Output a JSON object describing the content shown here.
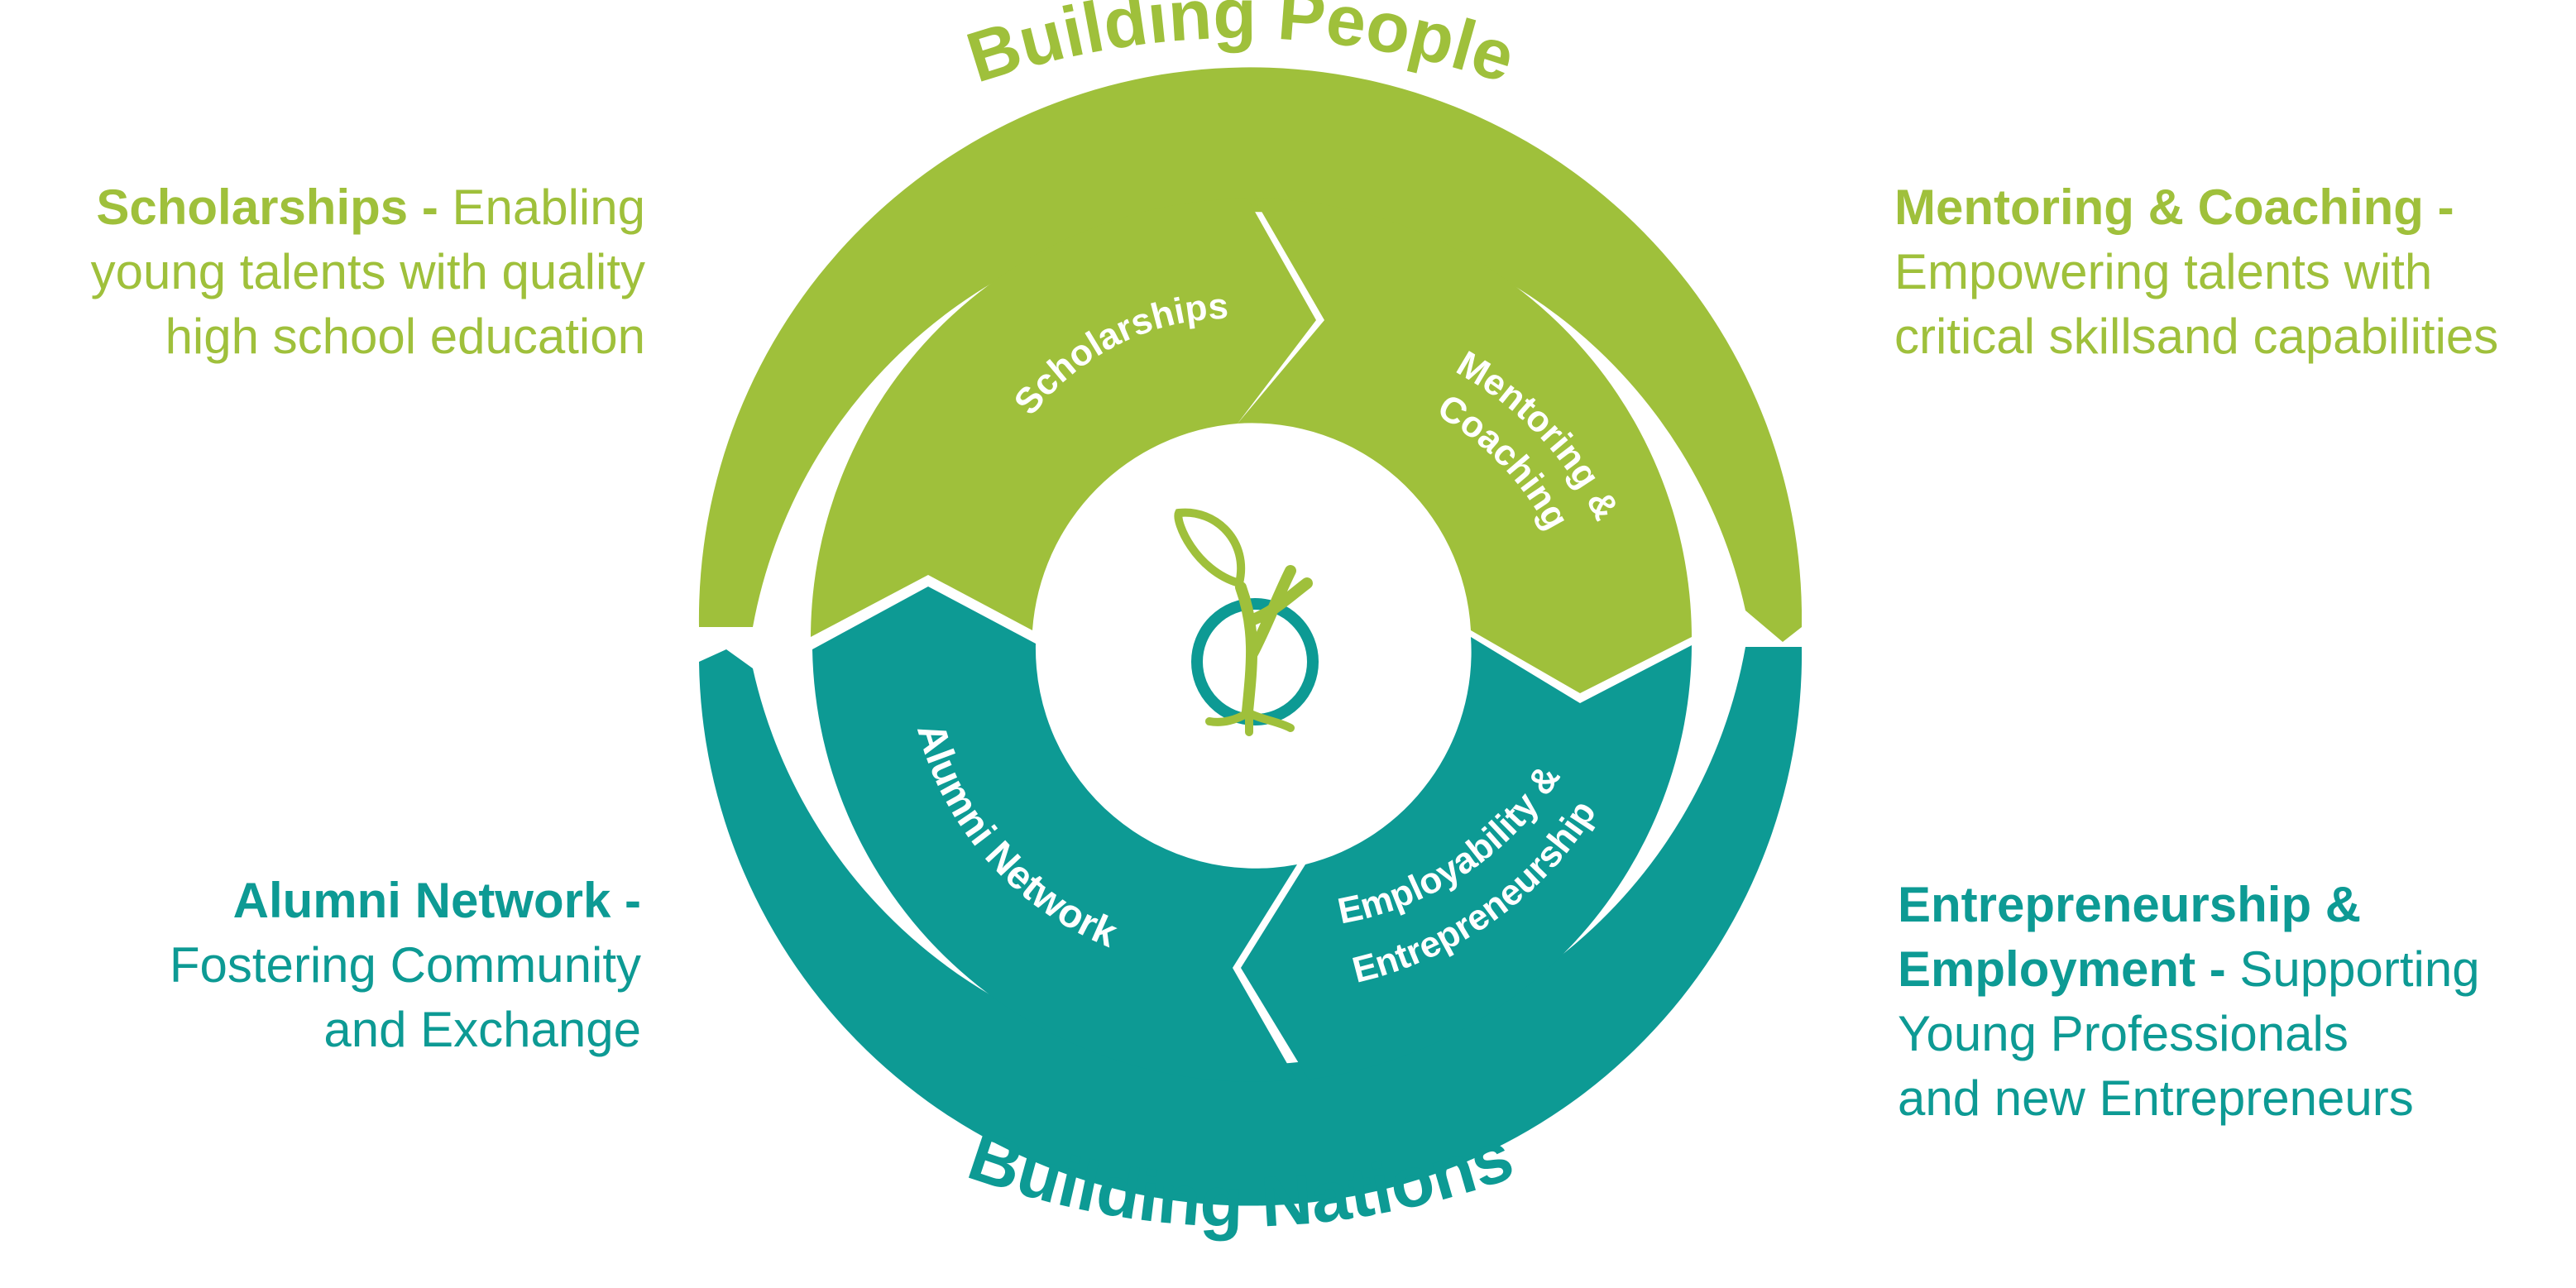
{
  "arc_titles": {
    "top": "Building People",
    "bottom": "Building Nations"
  },
  "segments": {
    "scholarships": "Scholarships",
    "mentoring_line1": "Mentoring &",
    "mentoring_line2": "Coaching",
    "alumni": "Alumni Network",
    "employability_line1": "Employability &",
    "employability_line2": "Entrepreneurship"
  },
  "descriptions": {
    "top_left": {
      "title": "Scholarships - ",
      "body_line1": "Enabling",
      "body_line2": "young talents with quality",
      "body_line3": "high school education"
    },
    "top_right": {
      "title": "Mentoring & Coaching -",
      "body_line1": "Empowering talents with",
      "body_line2": "critical skillsand capabilities"
    },
    "bottom_left": {
      "title": "Alumni Network - ",
      "body_line1": "Fostering Community",
      "body_line2": "and Exchange"
    },
    "bottom_right": {
      "title_line1": "Entrepreneurship &",
      "title_line2": "Employment - ",
      "body_line1": "Supporting",
      "body_line2": "Young Professionals",
      "body_line3": "and new Entrepreneurs"
    }
  },
  "center_icon": "sapling-icon",
  "colors": {
    "green": "#9fc03b",
    "teal": "#0d9a94",
    "background": "#ffffff"
  }
}
